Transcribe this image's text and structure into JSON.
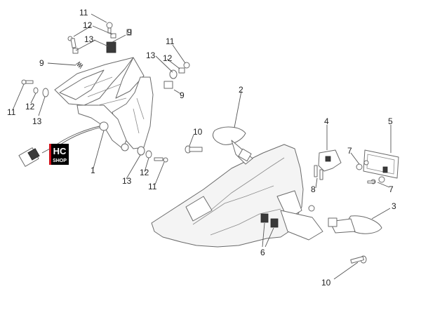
{
  "badge": {
    "line1": "HC",
    "line2": "SHOP",
    "colors": {
      "background": "#000000",
      "text": "#ffffff",
      "accent": "#d4101a"
    }
  },
  "callouts": [
    "11",
    "12",
    "9",
    "13",
    "11",
    "12",
    "9",
    "13",
    "9",
    "11",
    "12",
    "13",
    "2",
    "1",
    "10",
    "4",
    "5",
    "7",
    "13",
    "12",
    "11",
    "8",
    "7",
    "3",
    "6",
    "10"
  ]
}
